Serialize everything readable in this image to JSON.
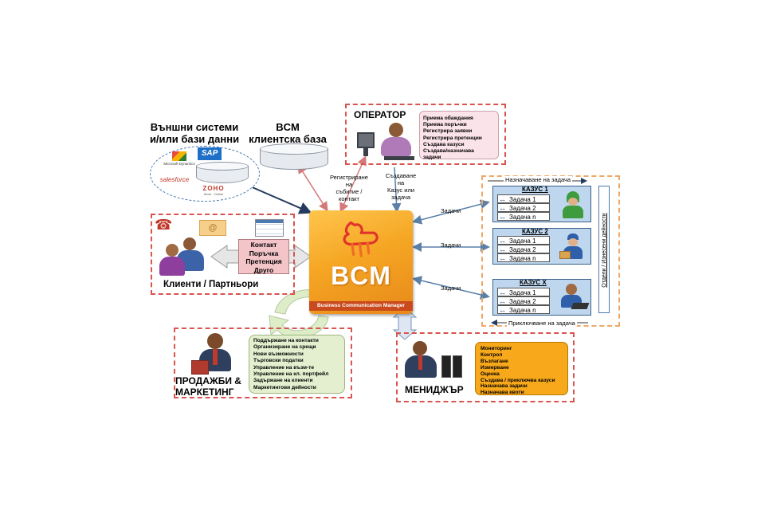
{
  "external": {
    "title_line1": "Външни системи",
    "title_line2": "и/или бази данни",
    "logos": {
      "dynamics": "Microsoft Dynamics",
      "sap": "SAP",
      "salesforce": "salesforce",
      "zoho": "ZOHO",
      "zoho_sub": "Work · Online"
    }
  },
  "crm_db": {
    "line1": "BCM",
    "line2": "клиентска база"
  },
  "operator": {
    "title": "ОПЕРАТОР",
    "tasks": [
      "Приема обаждания",
      "Приема поръчки",
      "Регистрира заявки",
      "Регистрира претенции",
      "Създава казуси",
      "Създава/назначава",
      "задачи"
    ]
  },
  "labels": {
    "register_event": [
      "Регистриране",
      "на",
      "събитие /",
      "контакт"
    ],
    "create_case": [
      "Създаване",
      "на",
      "Казус или",
      "задача"
    ],
    "tasks_1": "Задачи",
    "tasks_2": "Задачи",
    "tasks_3": "Задачи"
  },
  "clients": {
    "title": "Клиенти / Партньори",
    "items": [
      "Контакт",
      "Поръчка",
      "Претенция",
      "Друго"
    ]
  },
  "bcm": {
    "name": "BCM",
    "sub": "Business Communication Manager"
  },
  "departments": {
    "assign": "Назначаване на задача",
    "finish": "Приключване на задача",
    "side": "Отдели / Изнесени дейности",
    "cases": [
      {
        "title": "КАЗУС 1",
        "tasks": [
          "Задача 1",
          "Задача 2",
          "Задача n"
        ]
      },
      {
        "title": "КАЗУС 2",
        "tasks": [
          "Задача 1",
          "Задача 2",
          "Задача n"
        ]
      },
      {
        "title": "КАЗУС Х",
        "tasks": [
          "Задача 1",
          "Задача 2",
          "Задача n"
        ]
      }
    ]
  },
  "sales": {
    "title_line1": "ПРОДАЖБИ &",
    "title_line2": "МАРКЕТИНГ",
    "tasks": [
      "Поддържане на контакти",
      "Организиране на срещи",
      "Нови възможности",
      "Търговски податки",
      "Управление на възм-те",
      "Управление на кл. портфейл",
      "Задържане на клиенти",
      "Маркетингови дейности"
    ]
  },
  "manager": {
    "title": "МЕНИДЖЪР",
    "tasks": [
      "Мониторинг",
      "Контрол",
      "Възлагане",
      "Измерване",
      "Оценка",
      "Създава / приключва казуси",
      "Назначава задачи",
      "Назначава квоти"
    ]
  },
  "colors": {
    "red_dash": "#d9534f",
    "orange_dash": "#f0a868",
    "bcm_orange": "#f5a623",
    "case_blue": "#bfd7ee",
    "operator_box": "#fbe3ea",
    "sales_box": "#e3efcf",
    "manager_box": "#f7a81b",
    "arrow_blue": "#5a7fa8",
    "arrow_red": "#d47878"
  }
}
